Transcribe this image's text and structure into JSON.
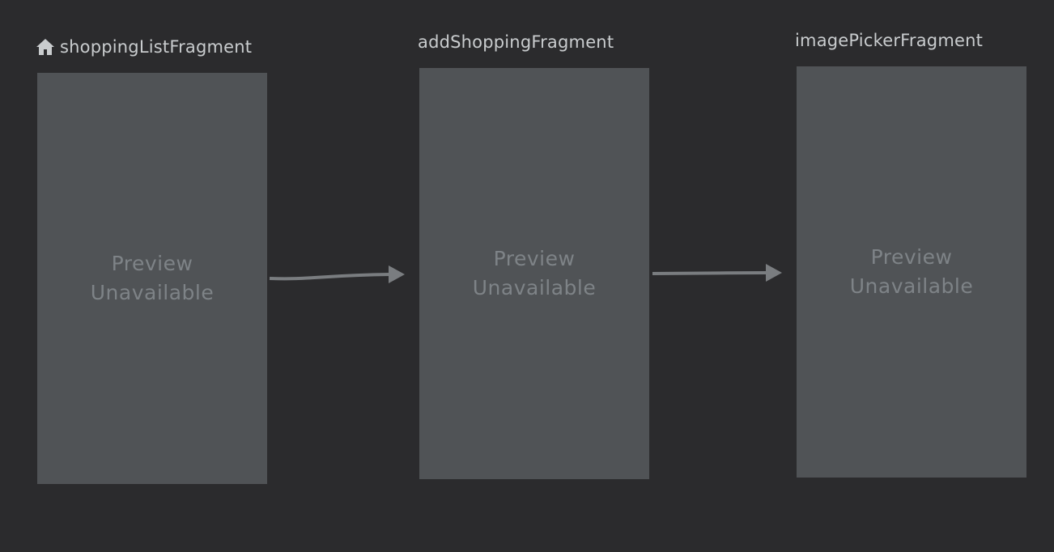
{
  "graph": {
    "destinations": [
      {
        "name": "shoppingListFragment",
        "is_start": true,
        "icon": "home-icon",
        "preview_line1": "Preview",
        "preview_line2": "Unavailable"
      },
      {
        "name": "addShoppingFragment",
        "is_start": false,
        "preview_line1": "Preview",
        "preview_line2": "Unavailable"
      },
      {
        "name": "imagePickerFragment",
        "is_start": false,
        "preview_line1": "Preview",
        "preview_line2": "Unavailable"
      }
    ],
    "actions": [
      {
        "from": "shoppingListFragment",
        "to": "addShoppingFragment"
      },
      {
        "from": "addShoppingFragment",
        "to": "imagePickerFragment"
      }
    ]
  },
  "colors": {
    "background": "#2b2b2d",
    "box": "#505356",
    "label_text": "#c9ccce",
    "preview_text": "#7e8387",
    "arrow": "#7a7d80"
  }
}
